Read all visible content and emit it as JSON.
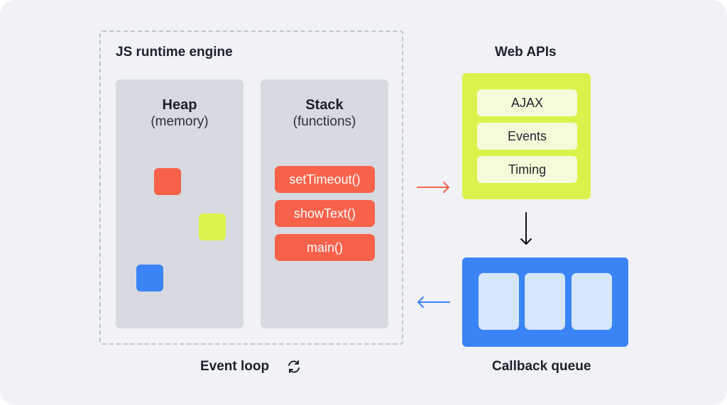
{
  "runtime": {
    "title": "JS runtime engine",
    "heap": {
      "name": "Heap",
      "sub": "(memory)"
    },
    "stack": {
      "name": "Stack",
      "sub": "(functions)",
      "functions": [
        "setTimeout()",
        "showText()",
        "main()"
      ]
    }
  },
  "web_apis": {
    "title": "Web APIs",
    "items": [
      "AJAX",
      "Events",
      "Timing"
    ]
  },
  "callback_queue": {
    "title": "Callback queue"
  },
  "event_loop": {
    "label": "Event loop",
    "icon": "refresh-icon"
  },
  "colors": {
    "background": "#f1f2f6",
    "panel": "#d7dae0",
    "function_block": "#f8624a",
    "web_api_box": "#dcf24c",
    "web_api_item": "#f5fbd9",
    "queue_box": "#3a84f6",
    "queue_slot": "#d6e6fd",
    "heap_red": "#f8624a",
    "heap_lime": "#dcf24c",
    "heap_blue": "#3a84f6",
    "arrow_red": "#f8624a",
    "arrow_blue": "#3a84f6",
    "arrow_black": "#111111"
  }
}
